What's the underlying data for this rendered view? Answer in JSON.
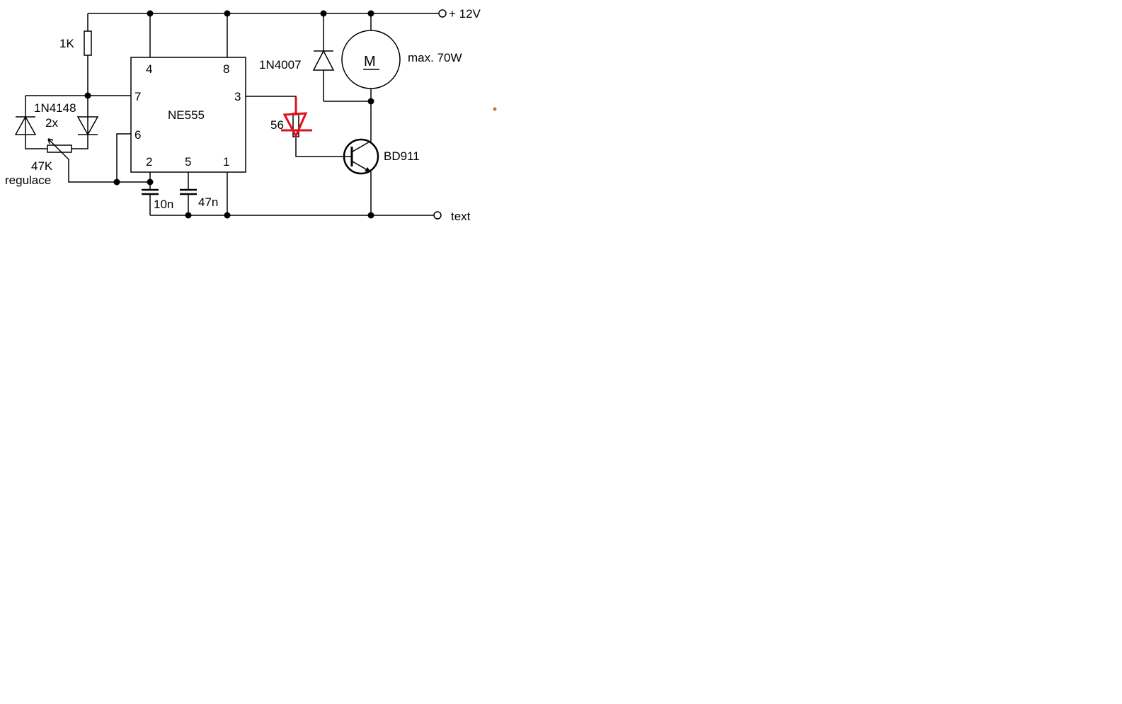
{
  "schematic": {
    "supply_label": "+ 12V",
    "ground_label": "text",
    "ic": {
      "name": "NE555",
      "pins": {
        "p4": "4",
        "p8": "8",
        "p7": "7",
        "p3": "3",
        "p6": "6",
        "p2": "2",
        "p5": "5",
        "p1": "1"
      }
    },
    "r1_label": "1K",
    "diodes_label": "1N4148",
    "diodes_count": "2x",
    "pot_label": "47K",
    "pot_caption": "regulace",
    "c1_label": "10n",
    "c2_label": "47n",
    "rb_label": "56",
    "flyback_label": "1N4007",
    "motor_symbol": "M",
    "motor_label": "max. 70W",
    "transistor_label": "BD911",
    "annotation_color": "#e0101a"
  }
}
